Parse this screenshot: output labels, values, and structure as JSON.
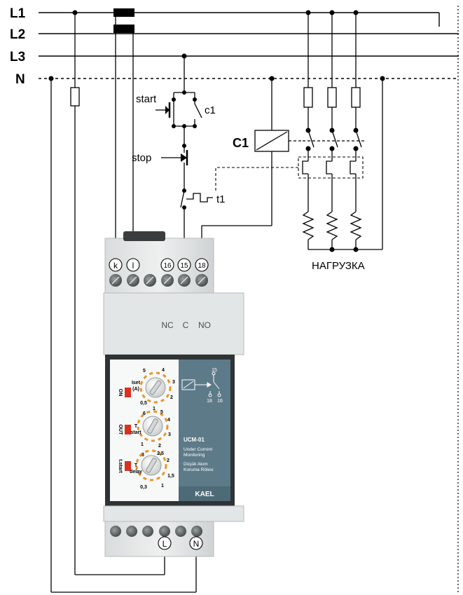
{
  "lines": {
    "l1": "L1",
    "l2": "L2",
    "l3": "L3",
    "n": "N"
  },
  "components": {
    "start": "start",
    "stop": "stop",
    "c1_contact": "c1",
    "c1_coil": "C1",
    "t1": "t1",
    "load": "НАГРУЗКА"
  },
  "device": {
    "top_terminals": [
      "k",
      "l",
      "16",
      "15",
      "18"
    ],
    "bottom_terminals": [
      "L",
      "N"
    ],
    "contacts": [
      "NC",
      "C",
      "NO"
    ],
    "model": "UCM-01",
    "desc_en_1": "Under Current",
    "desc_en_2": "Monitoring",
    "desc_tr_1": "Düşük Akım",
    "desc_tr_2": "Koruma Rölesi",
    "brand": "KAEL",
    "symbol_15": "15",
    "symbol_18": "18",
    "symbol_16": "16",
    "leds": [
      "ON",
      "OUT",
      "t.start"
    ],
    "knob1": {
      "label_1": "Iset",
      "label_2": "(A)",
      "scale": [
        "0,5",
        "1",
        "2",
        "3",
        "4",
        "5"
      ]
    },
    "knob2": {
      "label_1": "T",
      "label_2": "start",
      "scale": [
        "1",
        "2",
        "3",
        "4",
        "5",
        "6"
      ]
    },
    "knob3": {
      "label_1": "T",
      "label_2": "delay",
      "scale": [
        "0,3",
        "1",
        "1,5",
        "2",
        "2,5",
        "3"
      ]
    }
  },
  "colors": {
    "wire": "#000000",
    "device_body": "#e6e8e8",
    "panel_blue": "#5d7a88",
    "led": "#d8321e",
    "dial_tick": "#e8962a"
  }
}
